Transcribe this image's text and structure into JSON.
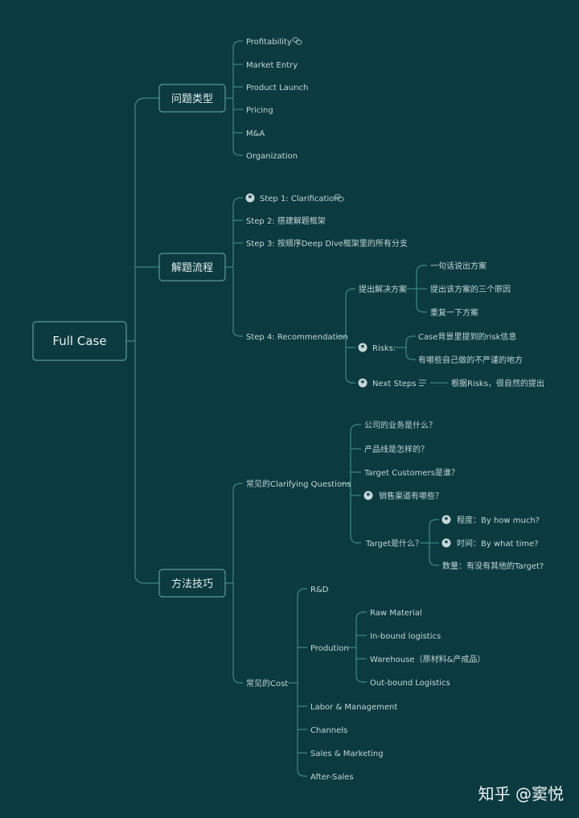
{
  "root": "Full Case",
  "branch1": {
    "label": "问题类型",
    "items": [
      "Profitability",
      "Market Entry",
      "Product Launch",
      "Pricing",
      "M&A",
      "Organization"
    ]
  },
  "branch2": {
    "label": "解题流程",
    "step1": "Step 1: Clarification",
    "step2": "Step 2: 搭建解题框架",
    "step3": "Step 3: 按顺序Deep Dive框架里的所有分支",
    "step4": "Step 4: Recommendation",
    "solution": {
      "label": "提出解决方案",
      "items": [
        "一句话说出方案",
        "提出该方案的三个原因",
        "重复一下方案"
      ]
    },
    "risks": {
      "label": "Risks:",
      "items": [
        "Case背景里提到的risk信息",
        "有哪些自己做的不严谨的地方"
      ]
    },
    "next_steps": {
      "label": "Next Steps",
      "note": "根据Risks，很自然的提出"
    }
  },
  "branch3": {
    "label": "方法技巧",
    "clarifying": {
      "label": "常见的Clarifying Questions",
      "items": [
        "公司的业务是什么？",
        "产品线是怎样的？",
        "Target Customers是谁？",
        "销售渠道有哪些？"
      ],
      "target": {
        "label": "Target是什么？",
        "items": [
          "程度：By how much?",
          "时间：By what time?",
          "数量：有没有其他的Target?"
        ]
      }
    },
    "cost": {
      "label": "常见的Cost",
      "rd": "R&D",
      "production": {
        "label": "Prodution",
        "items": [
          "Raw Material",
          "In-bound logistics",
          "Warehouse（原材料&产成品）",
          "Out-bound Logistics"
        ]
      },
      "others": [
        "Labor & Management",
        "Channels",
        "Sales & Marketing",
        "After-Sales"
      ]
    }
  },
  "watermark": "知乎 @窦悦"
}
